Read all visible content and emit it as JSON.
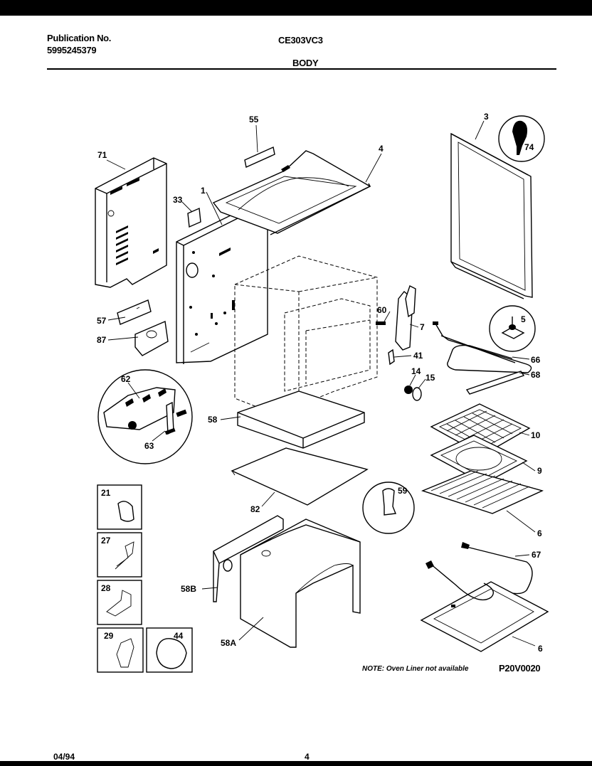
{
  "header": {
    "publication_label": "Publication No.",
    "publication_number": "5995245379",
    "model": "CE303VC3",
    "section": "BODY"
  },
  "footer": {
    "date": "04/94",
    "page": "4"
  },
  "note": "NOTE: Oven Liner not available",
  "diagram_code": "P20V0020",
  "callouts": {
    "c1": "1",
    "c3": "3",
    "c4": "4",
    "c5": "5",
    "c6a": "6",
    "c6b": "6",
    "c7": "7",
    "c9": "9",
    "c10": "10",
    "c14": "14",
    "c15": "15",
    "c21": "21",
    "c27": "27",
    "c28": "28",
    "c29": "29",
    "c33": "33",
    "c41": "41",
    "c44": "44",
    "c55": "55",
    "c57": "57",
    "c58": "58",
    "c58a": "58A",
    "c58b": "58B",
    "c59": "59",
    "c60": "60",
    "c62": "62",
    "c63": "63",
    "c66": "66",
    "c67": "67",
    "c68": "68",
    "c71": "71",
    "c74": "74",
    "c82": "82",
    "c87": "87"
  }
}
